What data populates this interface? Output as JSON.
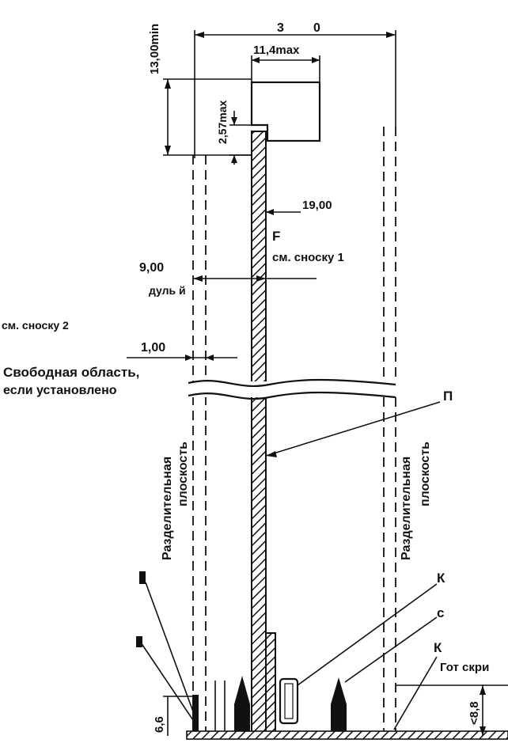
{
  "dimensions": {
    "top_overall": "3",
    "top_overall_suffix": "0",
    "component_width": "11,4max",
    "vertical_height": "13,00min",
    "gap_max": "2,57max",
    "right_dim": "19,00",
    "left_dim": "9,00",
    "free_dim": "1,00",
    "bottom_left": "6,6",
    "bottom_right": "<8,8"
  },
  "labels": {
    "right_note_letter": "F",
    "right_note": "см. сноску 1",
    "left_note_tail": "дуль й",
    "left_note_2": "см. сноску 2",
    "free_area_line1": "Свободная область,",
    "free_area_line2": "если установлено",
    "pcb_letter": "П",
    "parting_plane_left_1": "Разделительная",
    "parting_plane_left_2": "плоскость",
    "parting_plane_right_1": "Разделительная",
    "parting_plane_right_2": "плоскость",
    "bottom_right_top_letter": "К",
    "bottom_right_mid_letter": "с",
    "bottom_right_low_letter": "К",
    "bottom_right_note": "Гот скри"
  }
}
